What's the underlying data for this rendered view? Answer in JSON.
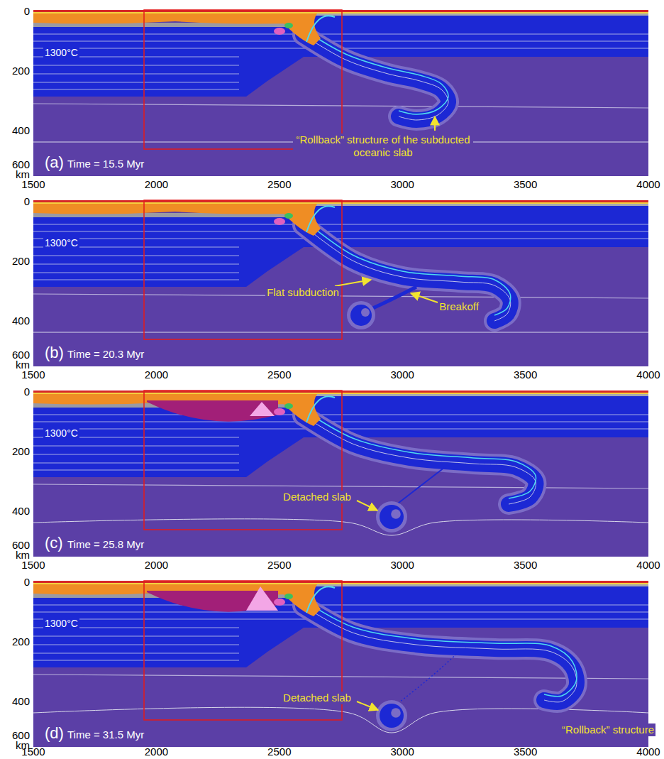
{
  "diagram": {
    "labels": [
      "0",
      "200",
      "400",
      "600",
      "km",
      "(a)",
      "Time = 15.5 Myr",
      "1300°C",
      "“Rollback” structure of the subducted oceanic slab",
      "1500",
      "2000",
      "2500",
      "3000",
      "3500",
      "4000",
      "0",
      "200",
      "400",
      "600",
      "km",
      "(b)",
      "Time = 20.3 Myr",
      "1300°C",
      "Flat subduction",
      "Breakoff",
      "1500",
      "2000",
      "2500",
      "3000",
      "3500",
      "4000",
      "0",
      "200",
      "400",
      "600",
      "km",
      "(c)",
      "Time = 25.8 Myr",
      "1300°C",
      "Detached slab",
      "1500",
      "2000",
      "2500",
      "3000",
      "3500",
      "4000",
      "0",
      "200",
      "400",
      "600",
      "km",
      "(d)",
      "Time = 31.5 Myr",
      "1300°C",
      "Detached slab",
      "“Rollback” structure",
      "1500",
      "2000",
      "2500",
      "3000",
      "3500",
      "4000"
    ]
  }
}
